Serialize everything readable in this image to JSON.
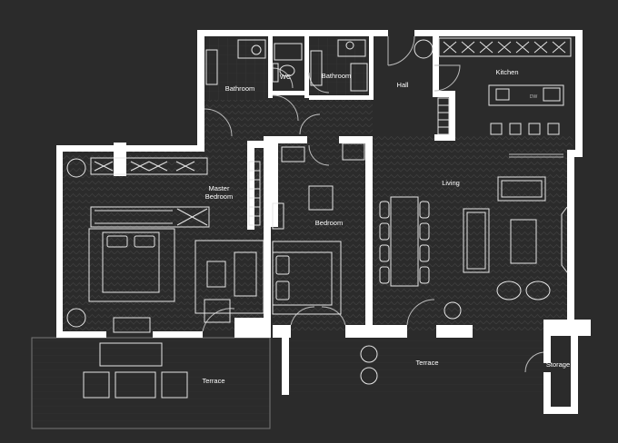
{
  "colors": {
    "background": "#2b2b2b",
    "floor": "#262626",
    "wall": "#ffffff",
    "line": "#e6e6e6",
    "pattern": "#3d3d3d",
    "text": "#ffffff"
  },
  "rooms": {
    "bathroom_1": "Bathroom",
    "wc": "WC",
    "bathroom_2": "Bathroom",
    "hall": "Hall",
    "kitchen": "Kitchen",
    "living": "Living",
    "master_bedroom_line1": "Master",
    "master_bedroom_line2": "Bedroom",
    "bedroom": "Bedroom",
    "terrace_left": "Terrace",
    "terrace_center": "Terrace",
    "storage": "Storage"
  },
  "appliances": {
    "dishwasher": "DW"
  }
}
